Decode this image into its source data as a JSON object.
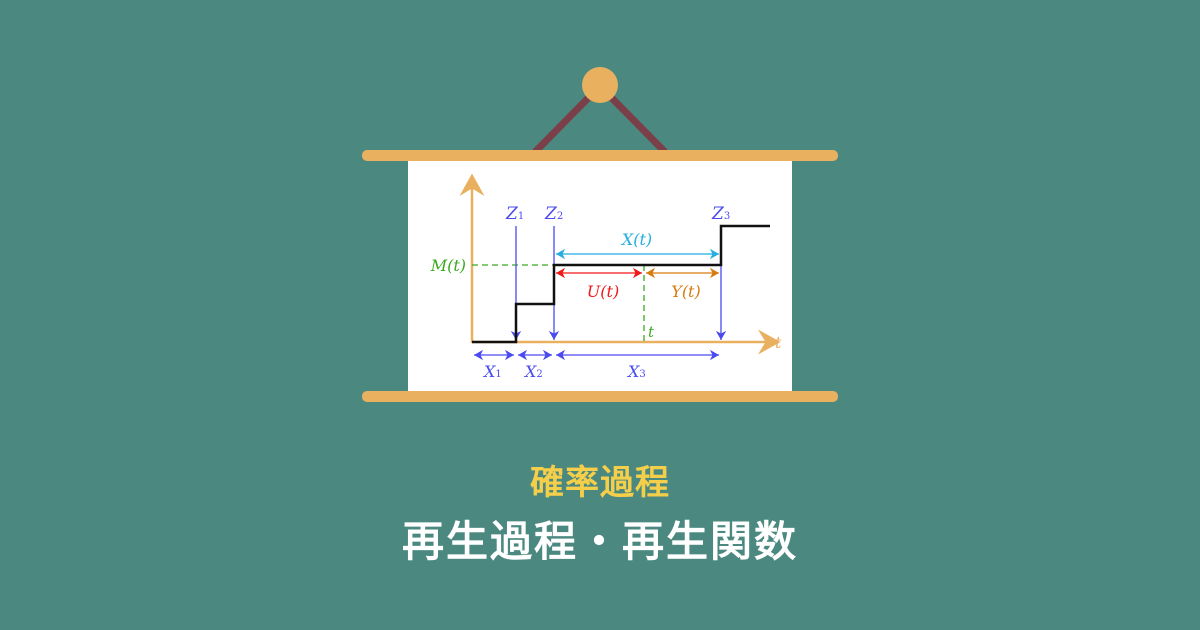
{
  "category": "確率過程",
  "title": "再生過程・再生関数",
  "diagram": {
    "labels": {
      "z1": "Z",
      "z1_sub": "1",
      "z2": "Z",
      "z2_sub": "2",
      "z3": "Z",
      "z3_sub": "3",
      "x1": "X",
      "x1_sub": "1",
      "x2": "X",
      "x2_sub": "2",
      "x3": "X",
      "x3_sub": "3",
      "xt": "X(t)",
      "ut": "U(t)",
      "yt": "Y(t)",
      "mt": "M(t)",
      "t_mark": "t",
      "t_axis": "t"
    }
  },
  "colors": {
    "background": "#4b8980",
    "rod": "#e9b15f",
    "string": "#7a3f48",
    "blue": "#4a4af0",
    "cyan": "#22aee0",
    "red": "#f01818",
    "orange": "#d97a10",
    "green": "#3aaa20",
    "category": "#f6cf4a"
  }
}
